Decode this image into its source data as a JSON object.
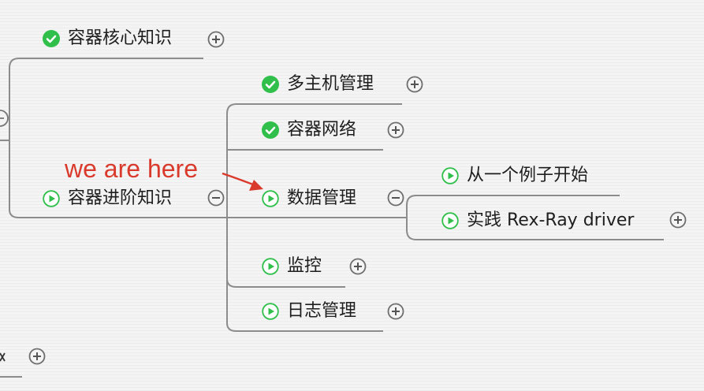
{
  "annotation": "we are here",
  "nodes": [
    {
      "id": "core",
      "label": "容器核心知识",
      "status": "done"
    },
    {
      "id": "advanced",
      "label": "容器进阶知识",
      "status": "in-progress"
    },
    {
      "id": "multihost",
      "label": "多主机管理",
      "status": "done"
    },
    {
      "id": "network",
      "label": "容器网络",
      "status": "done"
    },
    {
      "id": "data",
      "label": "数据管理",
      "status": "in-progress"
    },
    {
      "id": "monitor",
      "label": "监控",
      "status": "in-progress"
    },
    {
      "id": "logs",
      "label": "日志管理",
      "status": "in-progress"
    },
    {
      "id": "example",
      "label": "从一个例子开始",
      "status": "in-progress"
    },
    {
      "id": "rexray",
      "label": "实践 Rex-Ray driver",
      "status": "in-progress"
    }
  ],
  "colors": {
    "done": "#2fbf4a",
    "in_progress": "#2fbf4a",
    "line": "#8a8a8a",
    "annotation": "#d93a2c"
  }
}
